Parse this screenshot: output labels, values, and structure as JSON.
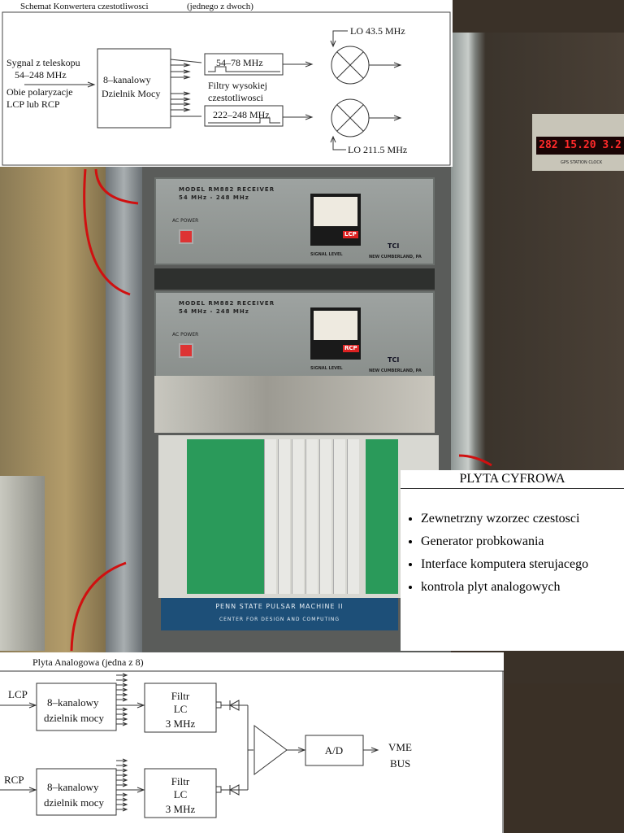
{
  "top_diagram": {
    "title": "Schemat Konwertera czestotliwosci",
    "subtitle": "(jednego z dwoch)",
    "input_line1": "Sygnal z teleskopu",
    "input_line2": "54–248 MHz",
    "input_line3": "Obie polaryzacje",
    "input_line4": "LCP lub RCP",
    "splitter_line1": "8–kanalowy",
    "splitter_line2": "Dzielnik Mocy",
    "filter1": "54–78 MHz",
    "filter2": "222–248 MHz",
    "filters_label1": "Filtry wysokiej",
    "filters_label2": "czestotliwosci",
    "lo1": "LO 43.5 MHz",
    "lo2": "LO 211.5 MHz"
  },
  "receivers": [
    {
      "model": "MODEL RM882 RECEIVER",
      "range": "54 MHz - 248 MHz",
      "power": "AC POWER",
      "channel": "LCP",
      "signal": "SIGNAL LEVEL",
      "brand": "TCI",
      "location": "NEW CUMBERLAND, PA"
    },
    {
      "model": "MODEL RM882 RECEIVER",
      "range": "54 MHz - 248 MHz",
      "power": "AC POWER",
      "channel": "RCP",
      "signal": "SIGNAL LEVEL",
      "brand": "TCI",
      "location": "NEW CUMBERLAND, PA"
    }
  ],
  "clock": {
    "display": "282 15.20 3.2",
    "label": "GPS STATION CLOCK"
  },
  "penn_state": {
    "line1": "PENN STATE PULSAR MACHINE II",
    "line2": "CENTER FOR DESIGN AND COMPUTING"
  },
  "digital_board": {
    "title": "PLYTA CYFROWA",
    "items": [
      "Zewnetrzny wzorzec czestosci",
      "Generator probkowania",
      "Interface komputera sterujacego",
      "kontrola plyt analogowych"
    ]
  },
  "bottom_diagram": {
    "title": "Plyta Analogowa (jedna z 8)",
    "lcp": "LCP",
    "rcp": "RCP",
    "splitter_line1": "8–kanalowy",
    "splitter_line2": "dzielnik mocy",
    "filter_line1": "Filtr",
    "filter_line2": "LC",
    "filter_line3": "3 MHz",
    "adc": "A/D",
    "out_line1": "VME",
    "out_line2": "BUS"
  },
  "colors": {
    "arrow_red": "#d01010",
    "panel_blue": "#1d4f78",
    "led_red": "#ff2a2a"
  }
}
